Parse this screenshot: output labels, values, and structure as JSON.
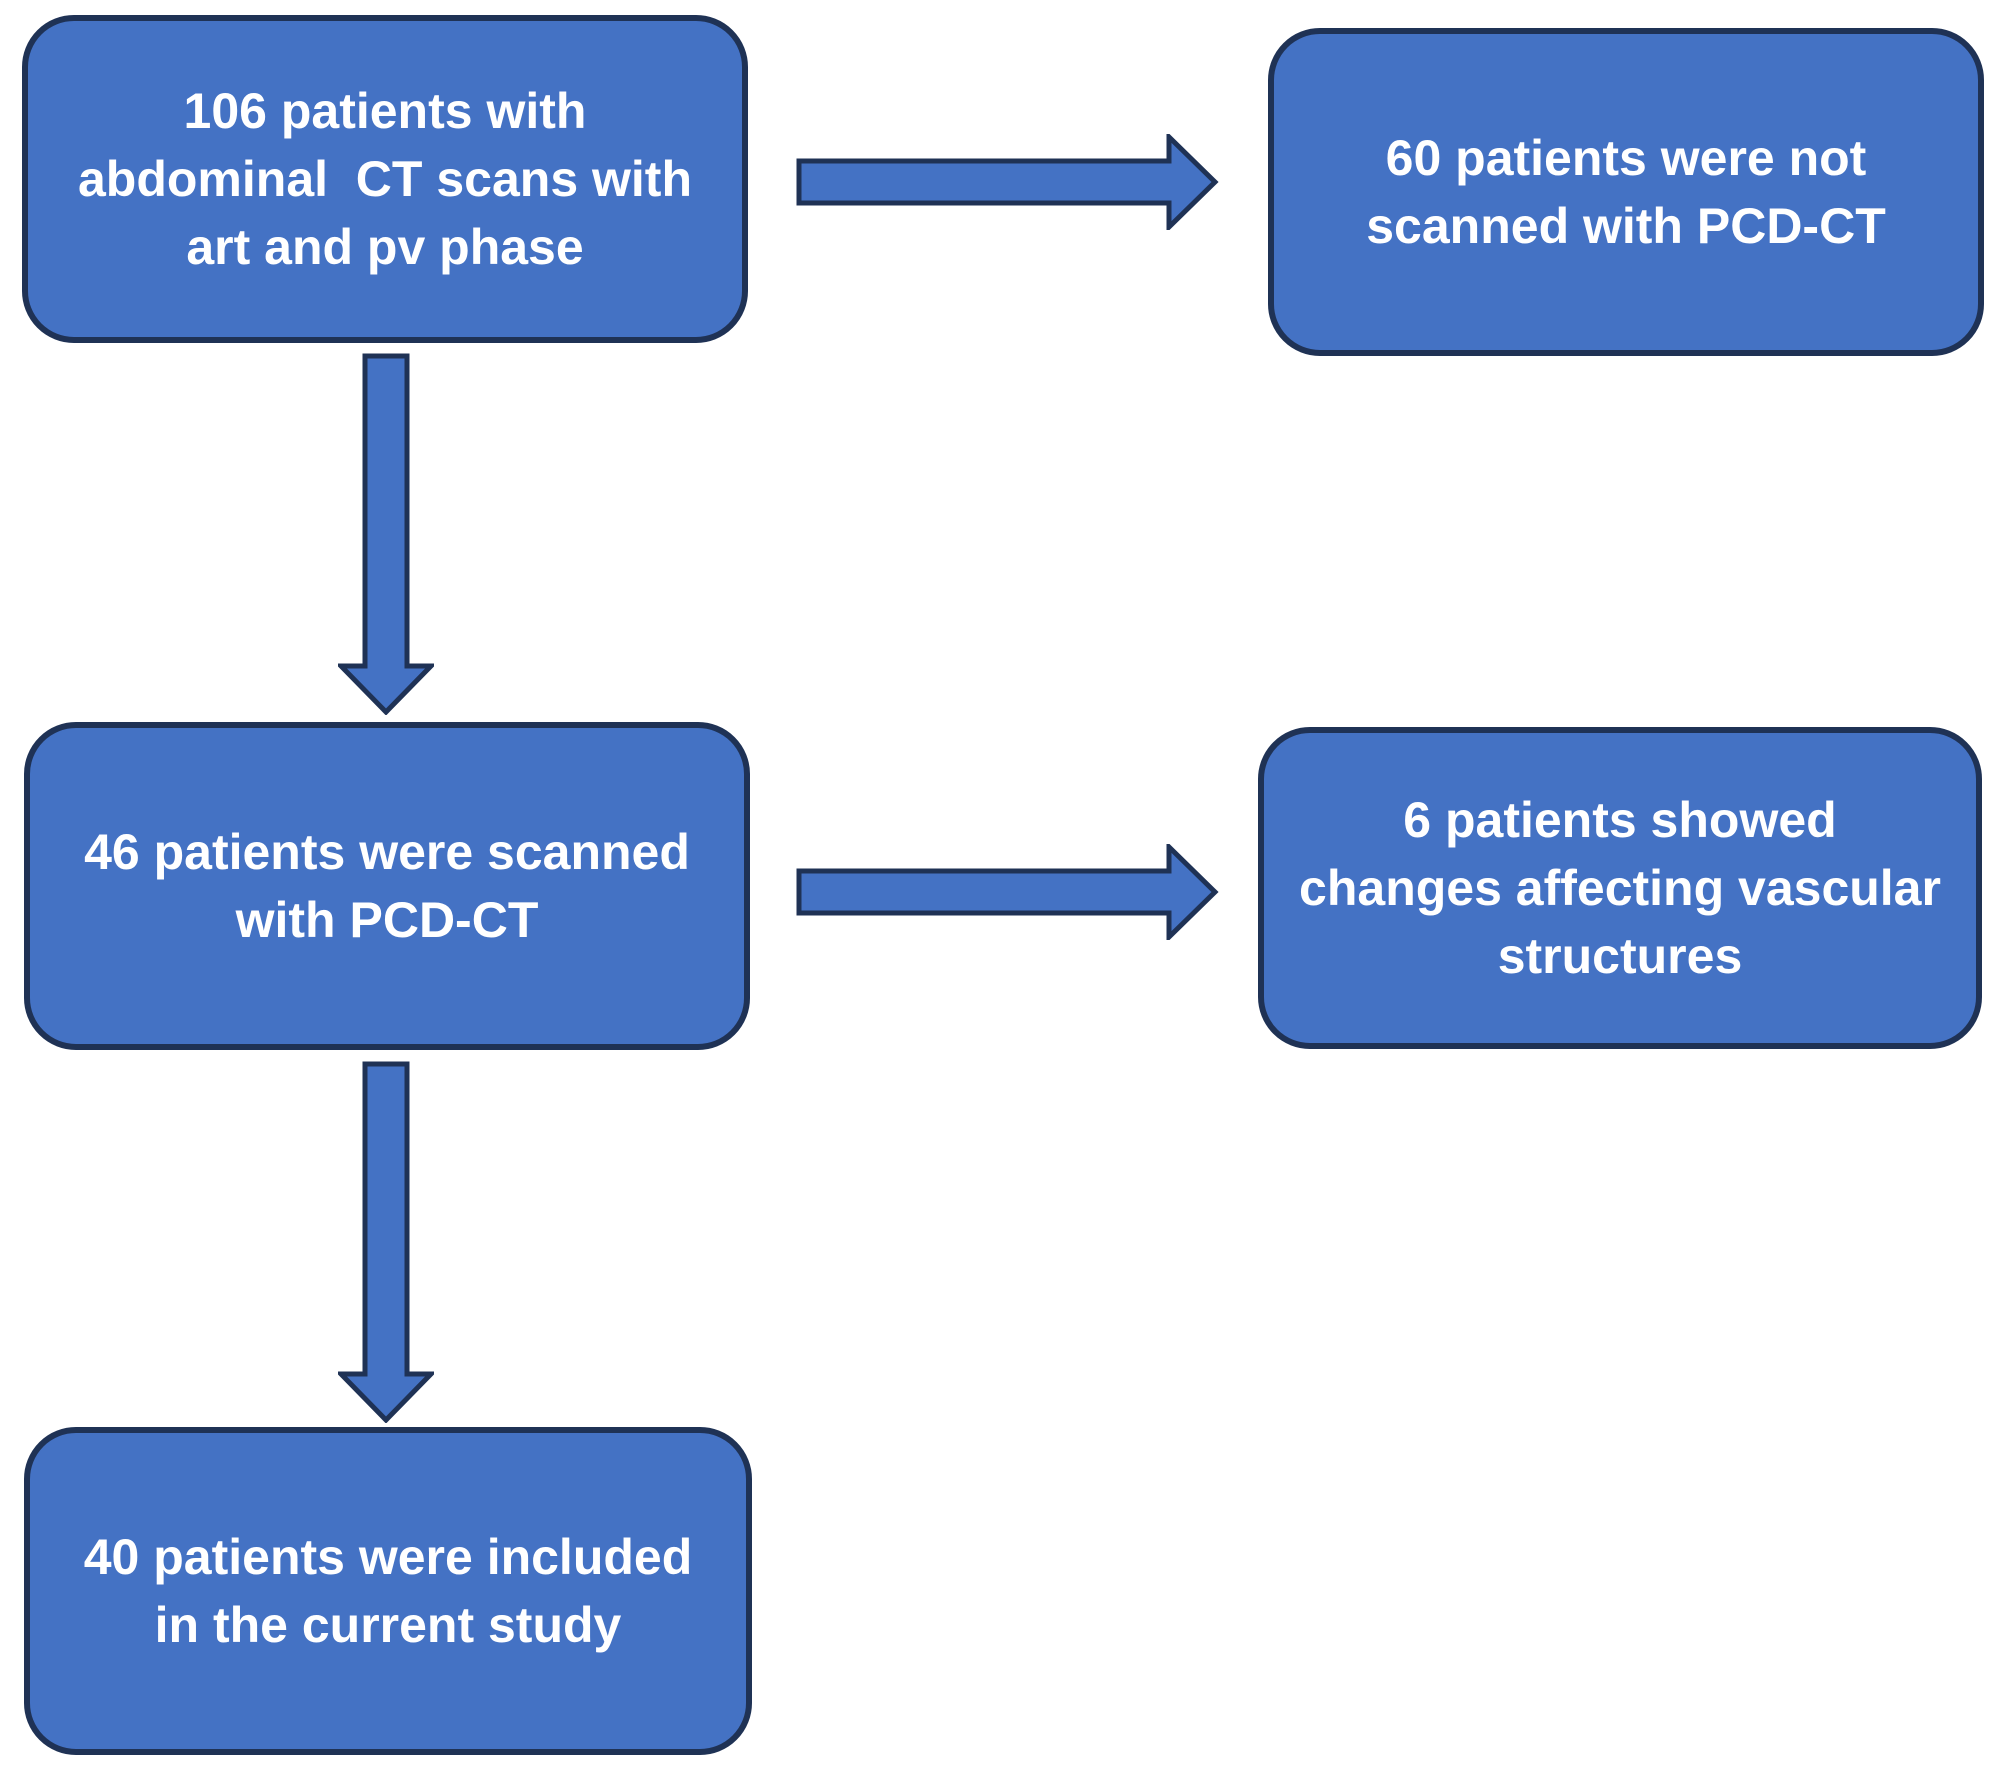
{
  "figure": {
    "background": "#ffffff"
  },
  "colors": {
    "background": "#ffffff",
    "node_fill": "#4472C4",
    "node_border": "#1F3255",
    "text": "#ffffff"
  },
  "flowchart": {
    "kind": "patient-inclusion-flow-diagram",
    "nodes": {
      "initial": {
        "text": "106 patients with\nabdominal  CT scans with\nart and pv phase"
      },
      "excluded_no_pcdct": {
        "text": "60 patients were not\nscanned with PCD-CT"
      },
      "scanned_pcdct": {
        "text": "46 patients were scanned\nwith PCD-CT"
      },
      "excluded_vascular": {
        "text": "6 patients showed\nchanges affecting vascular\nstructures"
      },
      "included": {
        "text": "40 patients were included\nin the current study"
      }
    },
    "edges": [
      {
        "from": "initial",
        "to": "excluded_no_pcdct",
        "direction": "right"
      },
      {
        "from": "initial",
        "to": "scanned_pcdct",
        "direction": "down"
      },
      {
        "from": "scanned_pcdct",
        "to": "excluded_vascular",
        "direction": "right"
      },
      {
        "from": "scanned_pcdct",
        "to": "included",
        "direction": "down"
      }
    ]
  }
}
